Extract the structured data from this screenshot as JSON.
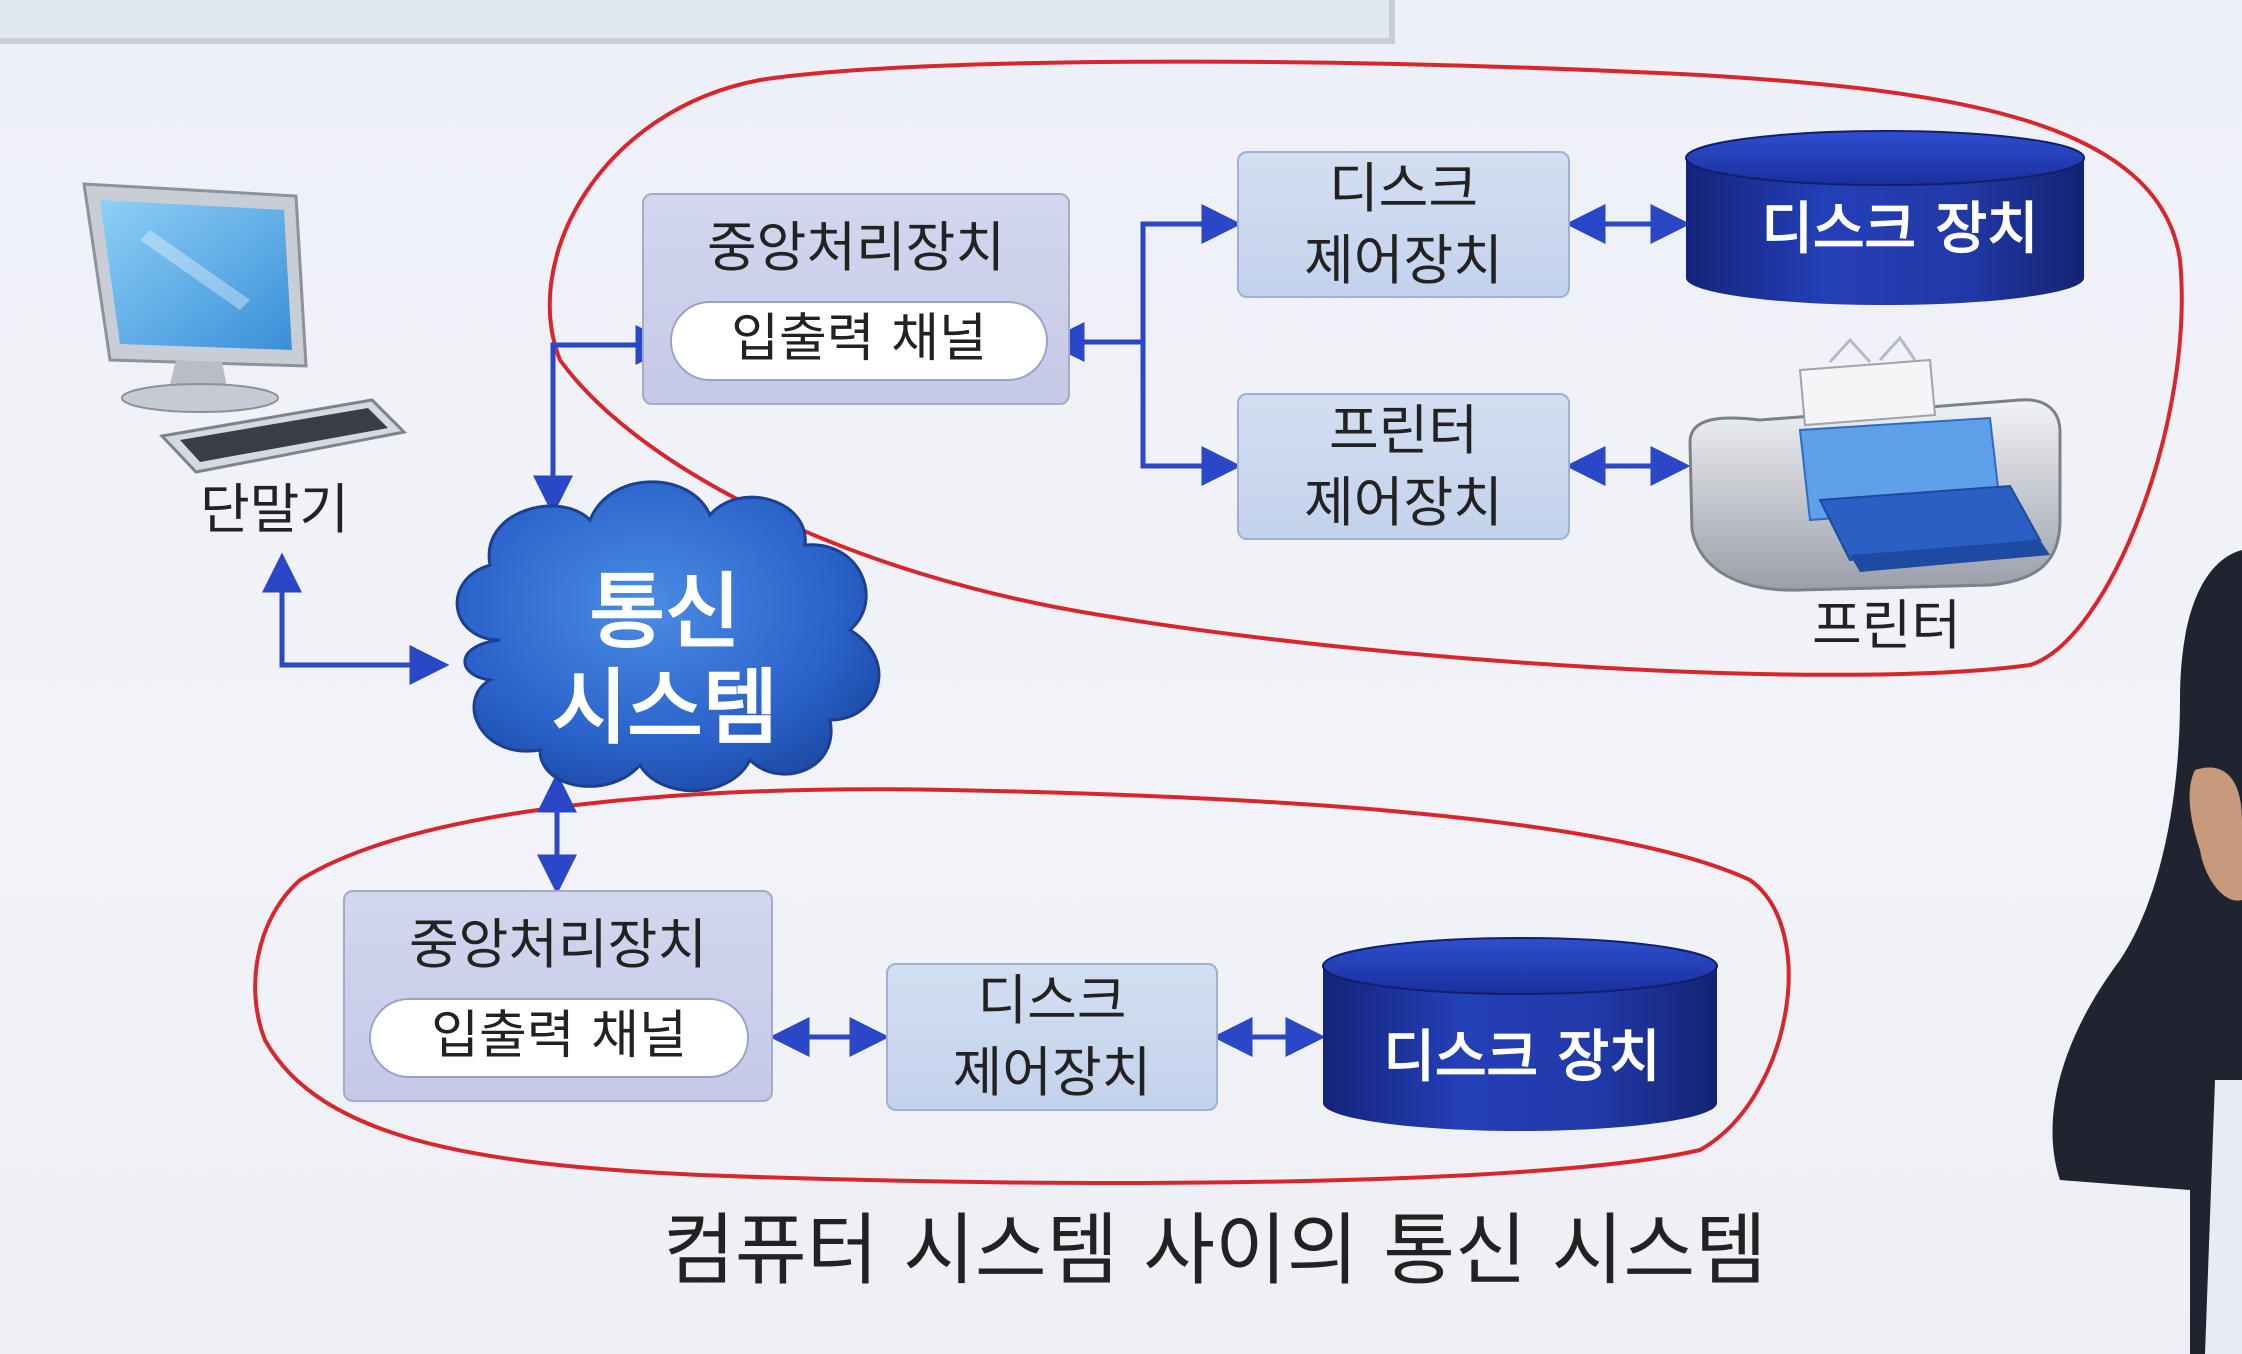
{
  "terminal": {
    "label": "단말기"
  },
  "network": {
    "line1": "통신",
    "line2": "시스템"
  },
  "system_top": {
    "cpu": {
      "title": "중앙처리장치",
      "channel": "입출력 채널"
    },
    "disk_controller": {
      "line1": "디스크",
      "line2": "제어장치"
    },
    "disk_device": "디스크 장치",
    "printer_controller": {
      "line1": "프린터",
      "line2": "제어장치"
    },
    "printer_label": "프린터"
  },
  "system_bottom": {
    "cpu": {
      "title": "중앙처리장치",
      "channel": "입출력 채널"
    },
    "disk_controller": {
      "line1": "디스크",
      "line2": "제어장치"
    },
    "disk_device": "디스크 장치"
  },
  "caption": "컴퓨터 시스템 사이의 통신 시스템",
  "colors": {
    "arrow": "#2a47c8",
    "annotation": "#d9262c",
    "cylinder": "#1a2f9c"
  }
}
